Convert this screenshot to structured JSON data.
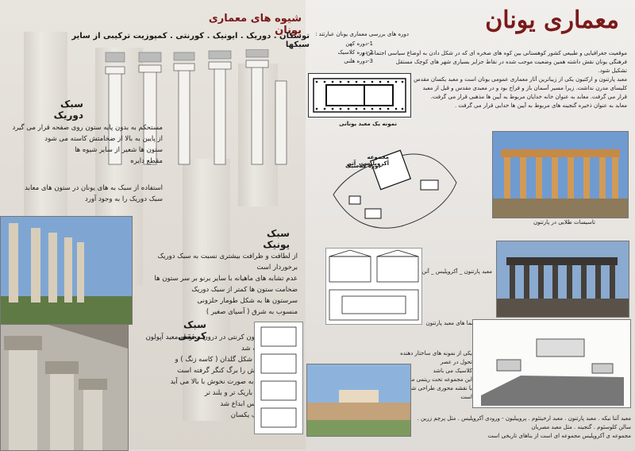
{
  "header": {
    "title": "معماری یونان",
    "subtitle": "شیوه های معماری یونان",
    "orders_line": "توسکان . دوریک . ایونیک . کورنتی . کمپوزیت ترکیبی از سایر سبکها"
  },
  "intro": {
    "lines": [
      "موقعیت جغرافیایی و طبیعی کشور کوهستانی بین کوه های صخره ای که در شکل دادن به اوضاع سیاسی اجتماعی و",
      "فرهنگی یونان نقش داشته همین وضعیت موجب شده در نقاط جزایر بسیاری شهر های کوچک مستقل",
      "تشکیل شود.",
      "معبد پارتنون و ارکتیون یکی از زیباترین آثار معماری عمومی یونان است و معبد یکسان مقدس",
      "کلیسای مدرن نداشت. زیرا مسیر آسمان باز و فراخ بود و در معبدی مقدس و قبل از معبد",
      "قرار می گرفت. معابد به عنوان خانه خدایان مربوط به آیین ها مذهبی قرار می گرفت.",
      "معابد به عنوان ذخیره گنجینه های مربوط به آیین ها خدایی قرار می گرفت ."
    ]
  },
  "plan_notes": {
    "title": "دوره های بررسی معماری یونان عبارتند :",
    "items": [
      "1-دوره کهن",
      "2-دوره کلاسیک",
      "3-دوره هلنی"
    ]
  },
  "plan_caption": "نمونه یک معبد یونانی",
  "acropolis_caption": {
    "line1": "مجموعه آکروپلیس _ آتن",
    "line2": "دوره کلاسیک"
  },
  "doric": {
    "heading": "سبک دوریک",
    "lines": [
      "مستحکم به بدون پایه ستون روی صفحه قرار می گیرد",
      "از پایین به بالا از ضخامتش کاسته می شود",
      "ستون ها شعیر از سایر شیوه ها",
      "مقطع دایره"
    ],
    "extra": [
      "استفاده از سبک به های یونان در ستون های معابد",
      "سبک دوریک را به وجود آورد"
    ]
  },
  "ionic": {
    "heading": "سبک یونیک",
    "lines": [
      "از لطافت و ظرافت بیشتری نسبت به سبک دوریک برخوردار است",
      "عدم تشابه های ماهیانه با سایر برنو بر سر ستون ها",
      "ضخامت ستون ها کمتر از سبک دوریک",
      "سرستون ها به شکل طومار حلزونی",
      "منسوب به شرق ( آسیای صغیر )"
    ]
  },
  "corinthian": {
    "heading": "سبک کرنتی",
    "lines": [
      "نخستین سر ستون کرنتی در درون محوطه معبد آپولون",
      "در باسای ساخته شد",
      "سر ستون ها به شکل گلدان ( کاسه زنگ ) و",
      "به آن که اطرافش را برگ کنگر گرفته است",
      "قطر این ستون به صورت نخوش با بالا می آید",
      "از ستون دوریک باریک تر و بلند تر",
      "توسط کالیماخوس ابداع شد",
      "نمای چهار طرف یکسان"
    ]
  },
  "captions": {
    "tholos": "تاسیسات طلایی در پارتنون",
    "parthenon": "معبد پارتنون _ آکروپلیس _ آتن",
    "erechtheion": "پلان و نما های معبد پارتنون",
    "acropolis_left": [
      "یکی از نمونه های ساختار دهنده تحول در عصر",
      "کلاسیک می باشد",
      "این مجموعه تحت ریتمی موزون",
      "با نقشه محوری طراحی شده است"
    ],
    "footer": [
      "معبد آتنا نیکه . معبد پارتنون . معبد ارخیتئوم . پروپیلیون - ورودی آکروپلیس . مثل پرچم زرین . سالن کلوسئوم . گنجینه . مثل معبد مصریان",
      "مجموعه ی آکروپلیس مجموعه ای است از بناهای تاریخی است"
    ]
  },
  "colors": {
    "title": "#7a1a1a",
    "text": "#1a1a1a",
    "sky": "#6f9bd1"
  }
}
